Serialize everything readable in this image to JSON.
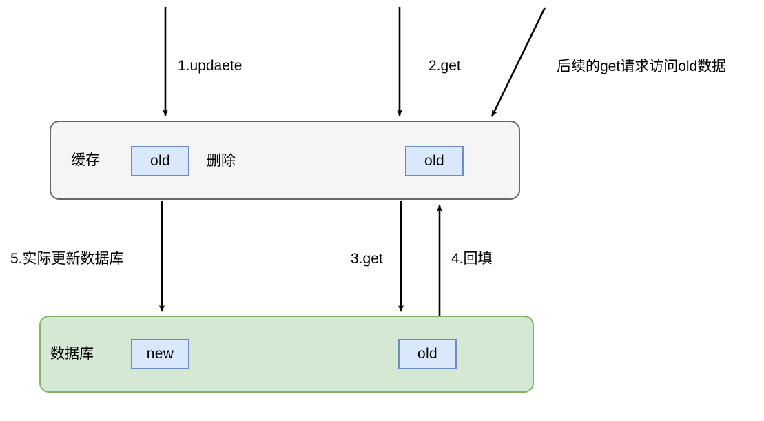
{
  "diagram": {
    "title": "Cache delete then update DB concurrency problem",
    "colors": {
      "cache_fill": "#f5f5f5",
      "cache_stroke": "#666666",
      "db_fill": "#d5e8d4",
      "db_stroke": "#82b366",
      "data_fill": "#dae8fc",
      "data_stroke": "#6c8ebf",
      "arrow": "#000000",
      "cross": "#000000"
    }
  },
  "cache": {
    "label": "缓存",
    "delete_note": "删除",
    "items": [
      {
        "id": "cache-old-left",
        "value": "old",
        "crossed_out": true
      },
      {
        "id": "cache-old-right",
        "value": "old",
        "crossed_out": false
      }
    ]
  },
  "database": {
    "label": "数据库",
    "items": [
      {
        "id": "db-new",
        "value": "new"
      },
      {
        "id": "db-old",
        "value": "old"
      }
    ]
  },
  "edges": [
    {
      "id": "update",
      "label": "1.updaete",
      "direction": "down",
      "from": "outside-top",
      "to": "cache"
    },
    {
      "id": "get2",
      "label": "2.get",
      "direction": "down",
      "from": "outside-top",
      "to": "cache"
    },
    {
      "id": "followup",
      "label": "后续的get请求访问old数据",
      "direction": "down-left",
      "from": "outside-top-right",
      "to": "cache"
    },
    {
      "id": "update-db",
      "label": "5.实际更新数据库",
      "direction": "down",
      "from": "cache",
      "to": "database"
    },
    {
      "id": "get3",
      "label": "3.get",
      "direction": "down",
      "from": "cache",
      "to": "database"
    },
    {
      "id": "backfill",
      "label": "4.回填",
      "direction": "up",
      "from": "database",
      "to": "cache"
    }
  ]
}
